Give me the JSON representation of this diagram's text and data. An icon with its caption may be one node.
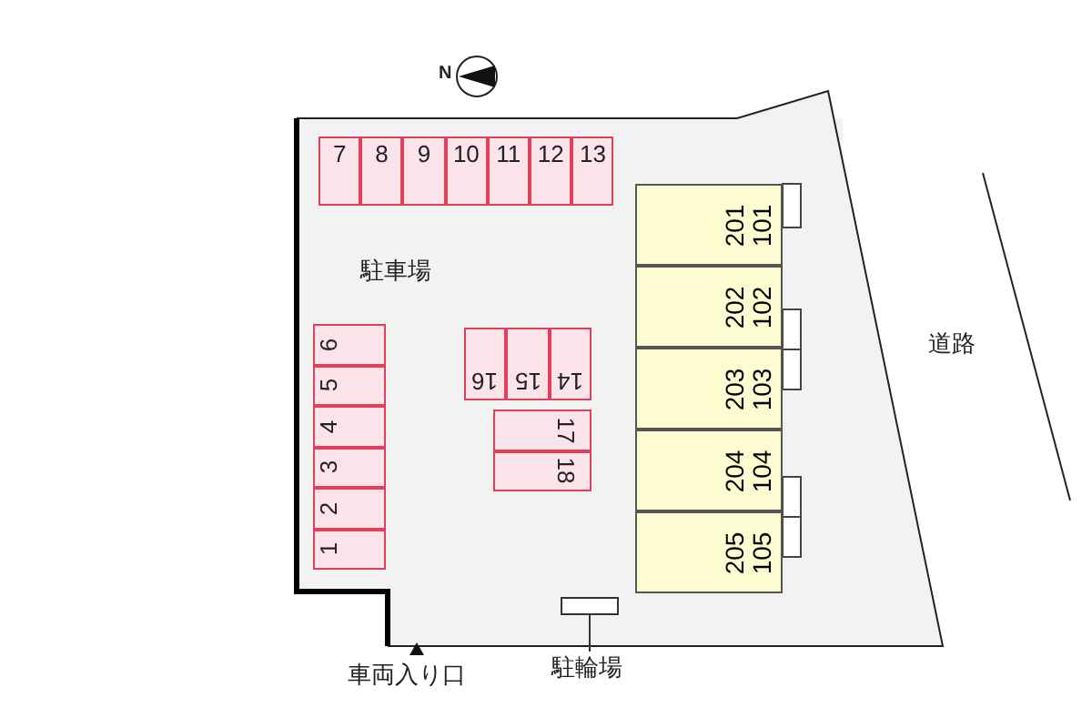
{
  "diagram": {
    "nodes": [
      {
        "text": [
          "7"
        ]
      },
      {
        "text": [
          "8"
        ]
      },
      {
        "text": [
          "9"
        ]
      },
      {
        "text": [
          "10"
        ]
      },
      {
        "text": [
          "11"
        ]
      },
      {
        "text": [
          "12"
        ]
      },
      {
        "text": [
          "13"
        ]
      },
      {
        "text": [
          "6"
        ]
      },
      {
        "text": [
          "5"
        ]
      },
      {
        "text": [
          "4"
        ]
      },
      {
        "text": [
          "3"
        ]
      },
      {
        "text": [
          "2"
        ]
      },
      {
        "text": [
          "1"
        ]
      },
      {
        "text": [
          "16"
        ]
      },
      {
        "text": [
          "15"
        ]
      },
      {
        "text": [
          "14"
        ]
      },
      {
        "text": [
          "17"
        ]
      },
      {
        "text": [
          "18"
        ]
      },
      {
        "text": [
          "201",
          "101"
        ]
      },
      {
        "text": [
          "202",
          "102"
        ]
      },
      {
        "text": [
          "203",
          "103"
        ]
      },
      {
        "text": [
          "204",
          "104"
        ]
      },
      {
        "text": [
          "205",
          "105"
        ]
      },
      {
        "text": [],
        "shape": "box"
      },
      {
        "text": [
          "駐輪場"
        ]
      }
    ],
    "edges": [
      {
        "from": 24,
        "to": 23,
        "arrow": "none"
      }
    ],
    "labels": [
      "N",
      "駐車場",
      "道路",
      "車両入り口"
    ]
  }
}
